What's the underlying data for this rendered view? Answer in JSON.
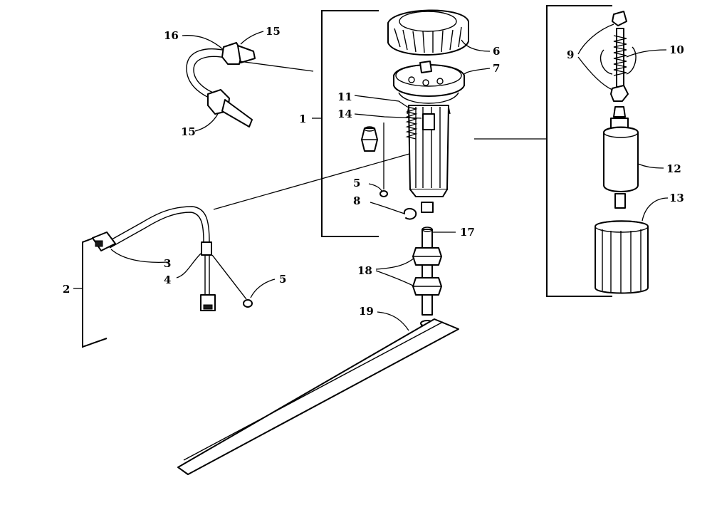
{
  "callouts": {
    "c1": "1",
    "c2": "2",
    "c3": "3",
    "c4": "4",
    "c5a": "5",
    "c5b": "5",
    "c6": "6",
    "c7": "7",
    "c8": "8",
    "c9": "9",
    "c10": "10",
    "c11": "11",
    "c12": "12",
    "c13": "13",
    "c14": "14",
    "c15a": "15",
    "c15b": "15",
    "c16": "16",
    "c17": "17",
    "c18": "18",
    "c19": "19"
  }
}
